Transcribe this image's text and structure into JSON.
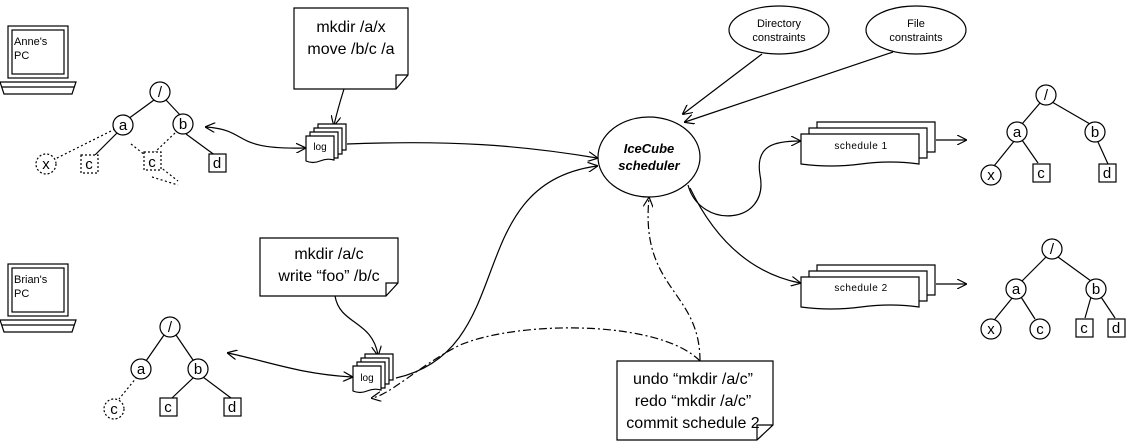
{
  "anne_pc": {
    "label_line1": "Anne's",
    "label_line2": "PC"
  },
  "brian_pc": {
    "label_line1": "Brian's",
    "label_line2": "PC"
  },
  "anne_note": {
    "line1": "mkdir /a/x",
    "line2": "move /b/c /a"
  },
  "brian_note": {
    "line1": "mkdir /a/c",
    "line2": "write “foo” /b/c"
  },
  "scheduler_note": {
    "line1": "undo “mkdir /a/c”",
    "line2": "redo “mkdir /a/c”",
    "line3": "commit schedule 2"
  },
  "log_label": "log",
  "scheduler": {
    "line1": "IceCube",
    "line2": "scheduler"
  },
  "constraints": {
    "directory": {
      "line1": "Directory",
      "line2": "constraints"
    },
    "file": {
      "line1": "File",
      "line2": "constraints"
    }
  },
  "schedules": [
    "schedule 1",
    "schedule 2"
  ],
  "tree_labels": {
    "root": "/",
    "a": "a",
    "b": "b",
    "c": "c",
    "d": "d",
    "x": "x"
  }
}
